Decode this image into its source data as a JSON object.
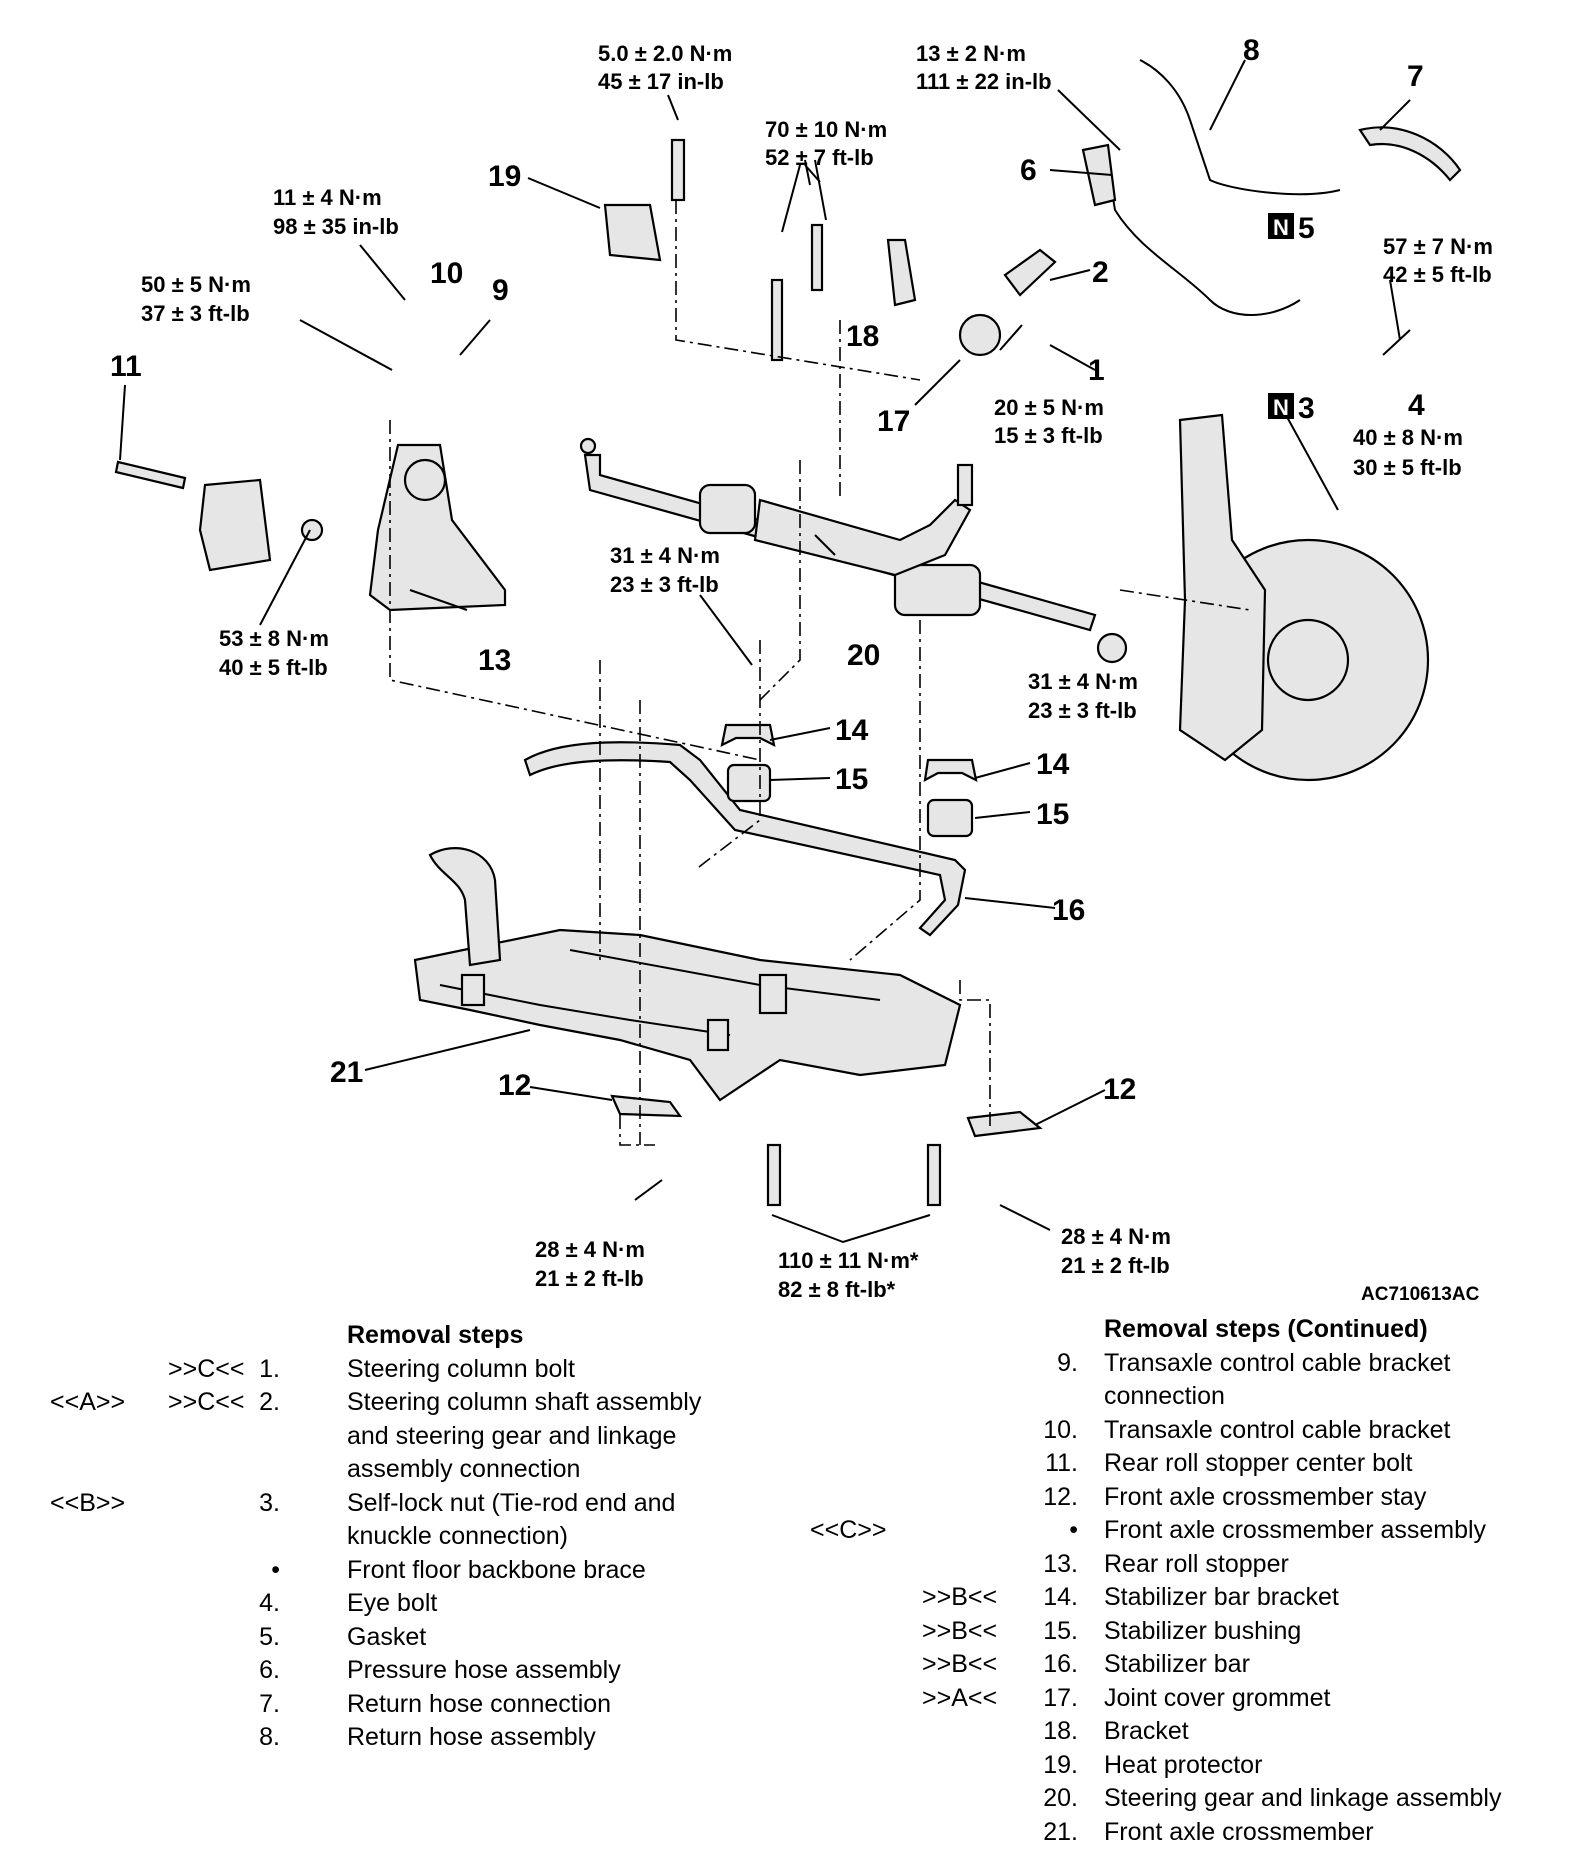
{
  "diagram": {
    "figure_code": "AC710613AC",
    "torques": {
      "t1": [
        "5.0 ± 2.0 N·m",
        "45 ± 17 in-lb"
      ],
      "t2": [
        "13 ± 2 N·m",
        "111 ± 22 in-lb"
      ],
      "t3": [
        "70 ± 10 N·m",
        "52 ± 7 ft-lb"
      ],
      "t4": [
        "11 ± 4 N·m",
        "98 ± 35 in-lb"
      ],
      "t5": [
        "50 ± 5 N·m",
        "37 ± 3 ft-lb"
      ],
      "t6": [
        "57 ± 7 N·m",
        "42 ± 5 ft-lb"
      ],
      "t7": [
        "20 ± 5 N·m",
        "15 ± 3 ft-lb"
      ],
      "t8": [
        "40 ± 8 N·m",
        "30 ± 5 ft-lb"
      ],
      "t9": [
        "31 ± 4 N·m",
        "23 ± 3 ft-lb"
      ],
      "t10": [
        "31 ± 4 N·m",
        "23 ± 3 ft-lb"
      ],
      "t11": [
        "53 ± 8 N·m",
        "40 ± 5 ft-lb"
      ],
      "t12": [
        "28 ± 4 N·m",
        "21 ± 2 ft-lb"
      ],
      "t13": [
        "110 ± 11 N·m*",
        "82 ± 8 ft-lb*"
      ],
      "t14": [
        "28 ± 4 N·m",
        "21 ± 2 ft-lb"
      ]
    },
    "callouts": {
      "c1": "1",
      "c2": "2",
      "c3": "3",
      "c4": "4",
      "c5": "5",
      "c6": "6",
      "c7": "7",
      "c8": "8",
      "c9": "9",
      "c10": "10",
      "c11": "11",
      "c12a": "12",
      "c12b": "12",
      "c13": "13",
      "c14a": "14",
      "c14b": "14",
      "c15a": "15",
      "c15b": "15",
      "c16": "16",
      "c17": "17",
      "c18": "18",
      "c19": "19",
      "c20": "20",
      "c21": "21"
    },
    "n_badge": "N"
  },
  "removal_left": {
    "title": "Removal steps",
    "items": [
      {
        "a": "",
        "b": ">>C<<",
        "num": "1.",
        "lines": [
          "Steering column bolt"
        ]
      },
      {
        "a": "<<A>>",
        "b": ">>C<<",
        "num": "2.",
        "lines": [
          "Steering column shaft assembly",
          "and steering gear and linkage",
          "assembly connection"
        ]
      },
      {
        "a": "<<B>>",
        "b": "",
        "num": "3.",
        "lines": [
          "Self-lock nut (Tie-rod end and",
          "knuckle connection)"
        ]
      },
      {
        "a": "",
        "b": "",
        "num": "•",
        "lines": [
          "Front floor backbone brace"
        ]
      },
      {
        "a": "",
        "b": "",
        "num": "4.",
        "lines": [
          "Eye bolt"
        ]
      },
      {
        "a": "",
        "b": "",
        "num": "5.",
        "lines": [
          "Gasket"
        ]
      },
      {
        "a": "",
        "b": "",
        "num": "6.",
        "lines": [
          "Pressure hose assembly"
        ]
      },
      {
        "a": "",
        "b": "",
        "num": "7.",
        "lines": [
          "Return hose connection"
        ]
      },
      {
        "a": "",
        "b": "",
        "num": "8.",
        "lines": [
          "Return hose assembly"
        ]
      }
    ]
  },
  "removal_right": {
    "title": "Removal steps (Continued)",
    "items": [
      {
        "a": "",
        "b": "",
        "num": "9.",
        "lines": [
          "Transaxle control cable bracket",
          "connection"
        ]
      },
      {
        "a": "",
        "b": "",
        "num": "10.",
        "lines": [
          "Transaxle control cable bracket"
        ]
      },
      {
        "a": "",
        "b": "",
        "num": "11.",
        "lines": [
          "Rear roll stopper center bolt"
        ]
      },
      {
        "a": "",
        "b": "",
        "num": "12.",
        "lines": [
          "Front axle crossmember stay"
        ]
      },
      {
        "a": "<<C>>",
        "b": "",
        "num": "•",
        "lines": [
          "Front axle crossmember assembly"
        ]
      },
      {
        "a": "",
        "b": "",
        "num": "13.",
        "lines": [
          "Rear roll stopper"
        ]
      },
      {
        "a": "",
        "b": ">>B<<",
        "num": "14.",
        "lines": [
          "Stabilizer bar bracket"
        ]
      },
      {
        "a": "",
        "b": ">>B<<",
        "num": "15.",
        "lines": [
          "Stabilizer bushing"
        ]
      },
      {
        "a": "",
        "b": ">>B<<",
        "num": "16.",
        "lines": [
          "Stabilizer bar"
        ]
      },
      {
        "a": "",
        "b": ">>A<<",
        "num": "17.",
        "lines": [
          "Joint cover grommet"
        ]
      },
      {
        "a": "",
        "b": "",
        "num": "18.",
        "lines": [
          "Bracket"
        ]
      },
      {
        "a": "",
        "b": "",
        "num": "19.",
        "lines": [
          "Heat protector"
        ]
      },
      {
        "a": "",
        "b": "",
        "num": "20.",
        "lines": [
          "Steering gear and linkage assembly"
        ]
      },
      {
        "a": "",
        "b": "",
        "num": "21.",
        "lines": [
          "Front axle crossmember"
        ]
      }
    ]
  }
}
